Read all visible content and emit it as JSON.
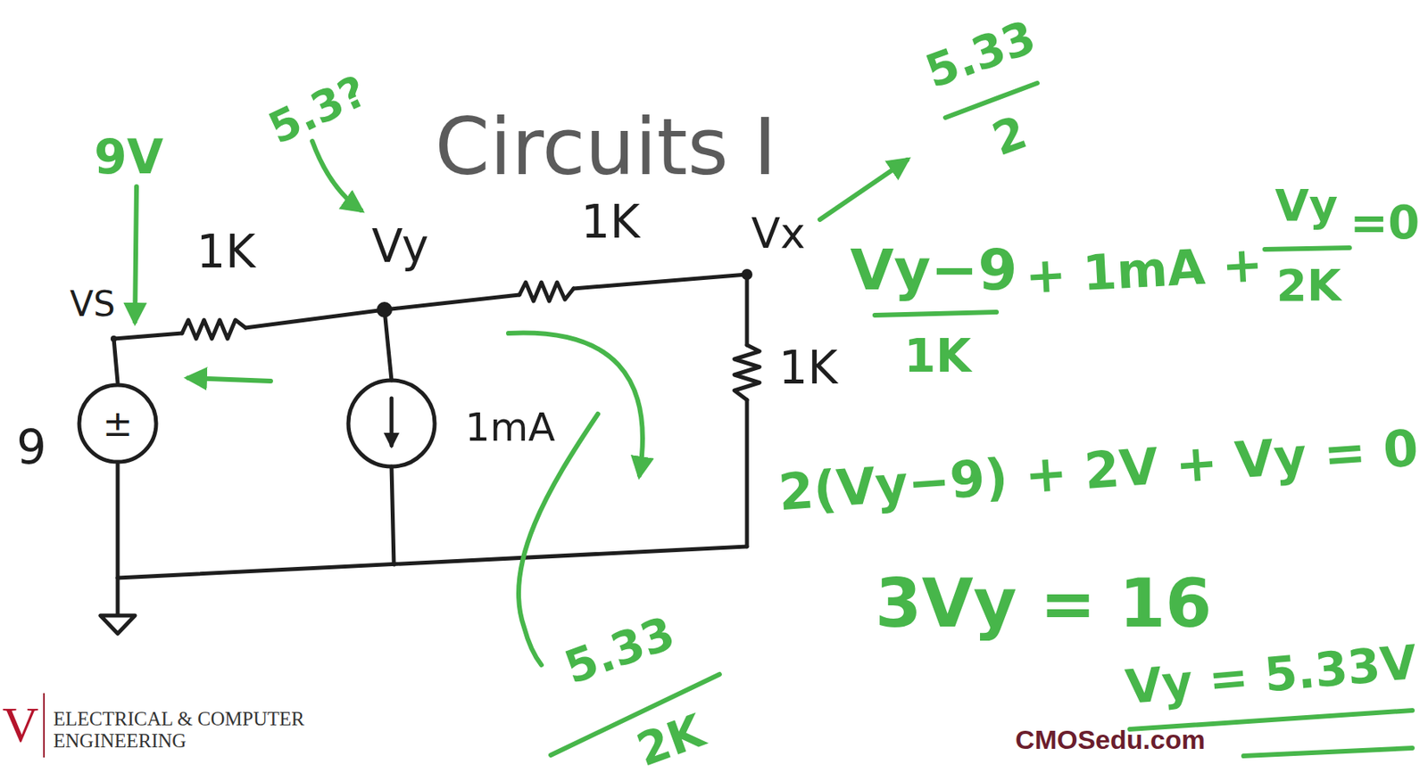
{
  "diagram": {
    "title": "Circuits I",
    "nodes": [
      {
        "text": [
          "±"
        ]
      }
    ],
    "labels": [
      "9V",
      "5.3?",
      "VS",
      "1K",
      "Vy",
      "1K",
      "Vx",
      "5.33",
      "2",
      "1K",
      "9",
      "1mA",
      "Vy−9",
      "1K",
      "+ 1mA +",
      "Vy",
      "2K",
      "=0",
      "2(Vy−9) + 2V + Vy = 0",
      "3Vy = 16",
      "Vy = 5.33V",
      "5.33",
      "2K",
      "ELECTRICAL & COMPUTER ENGINEERING",
      "CMOSedu.com",
      "V"
    ]
  }
}
